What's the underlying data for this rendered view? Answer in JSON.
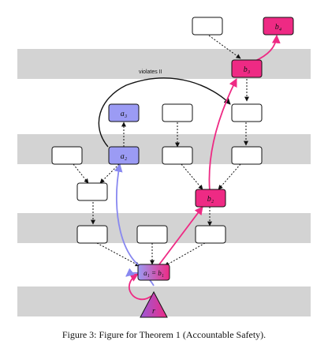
{
  "figure": {
    "caption": "Figure 3: Figure for Theorem 1 (Accountable Safety).",
    "annotation": "violates II",
    "nodes": {
      "b4": "b₄",
      "b3": "b₃",
      "a3": "a₃",
      "a2": "a₂",
      "b2": "b₂",
      "a1b1": "a₁ = b₁",
      "r": "r"
    },
    "colors": {
      "band": "#d3d3d3",
      "a_chain": "#9b9bf4",
      "b_chain": "#ee2a84",
      "a_arrow": "#8888f0",
      "b_arrow": "#ee2a84"
    }
  }
}
